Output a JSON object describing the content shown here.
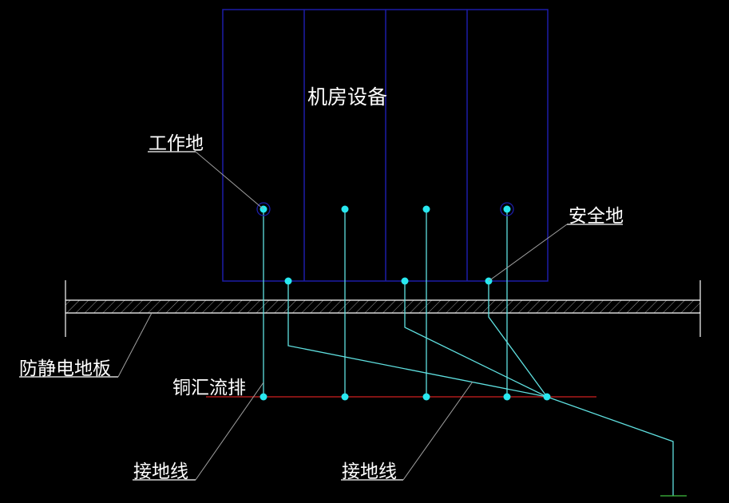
{
  "labels": {
    "equipment": "机房设备",
    "working_ground": "工作地",
    "safety_ground": "安全地",
    "antistatic_floor": "防静电地板",
    "copper_busbar": "铜汇流排",
    "ground_wire_left": "接地线",
    "ground_wire_right": "接地线"
  },
  "colors": {
    "background": "#000000",
    "equipment": "#1c1ca8",
    "wire": "#5fe0e0",
    "busbar": "#d02020",
    "ground_symbol": "#40c040",
    "text": "#ffffff"
  }
}
